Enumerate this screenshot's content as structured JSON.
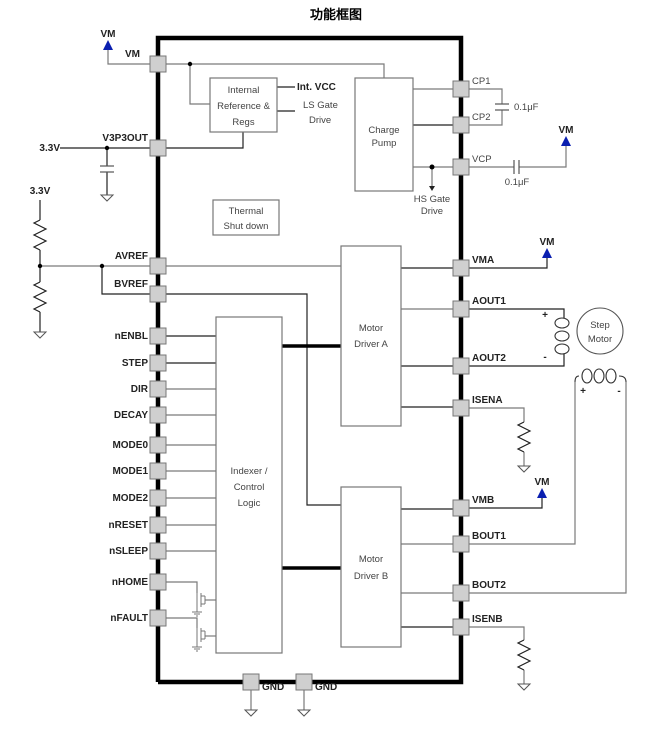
{
  "title": "功能框图",
  "supply": {
    "vm_label": "VM",
    "v33_label": "3.3V",
    "arrow_color": "#0a1fb0"
  },
  "left_pins": [
    {
      "name": "VM"
    },
    {
      "name": "V3P3OUT"
    },
    {
      "name": "AVREF"
    },
    {
      "name": "BVREF"
    },
    {
      "name": "nENBL"
    },
    {
      "name": "STEP"
    },
    {
      "name": "DIR"
    },
    {
      "name": "DECAY"
    },
    {
      "name": "MODE0"
    },
    {
      "name": "MODE1"
    },
    {
      "name": "MODE2"
    },
    {
      "name": "nRESET"
    },
    {
      "name": "nSLEEP"
    },
    {
      "name": "nHOME"
    },
    {
      "name": "nFAULT"
    }
  ],
  "right_pins": [
    {
      "name": "CP1"
    },
    {
      "name": "CP2"
    },
    {
      "name": "VCP"
    },
    {
      "name": "VMA"
    },
    {
      "name": "AOUT1"
    },
    {
      "name": "AOUT2"
    },
    {
      "name": "ISENA"
    },
    {
      "name": "VMB"
    },
    {
      "name": "BOUT1"
    },
    {
      "name": "BOUT2"
    },
    {
      "name": "ISENB"
    }
  ],
  "bottom_pins": [
    {
      "name": "GND"
    },
    {
      "name": "GND"
    }
  ],
  "blocks": {
    "internal_ref": [
      "Internal",
      "Reference &",
      "Regs"
    ],
    "charge_pump": [
      "Charge",
      "Pump"
    ],
    "thermal": [
      "Thermal",
      "Shut down"
    ],
    "motor_a": [
      "Motor",
      "Driver A"
    ],
    "motor_b": [
      "Motor",
      "Driver B"
    ],
    "indexer": [
      "Indexer /",
      "Control",
      "Logic"
    ],
    "step_motor": [
      "Step",
      "Motor"
    ]
  },
  "annotations": {
    "int_vcc": "Int. VCC",
    "ls_gate": [
      "LS Gate",
      "Drive"
    ],
    "hs_gate": [
      "HS Gate",
      "Drive"
    ],
    "cap_cp": "0.1μF",
    "cap_vcp": "0.1μF",
    "plus": "+",
    "minus": "-"
  }
}
